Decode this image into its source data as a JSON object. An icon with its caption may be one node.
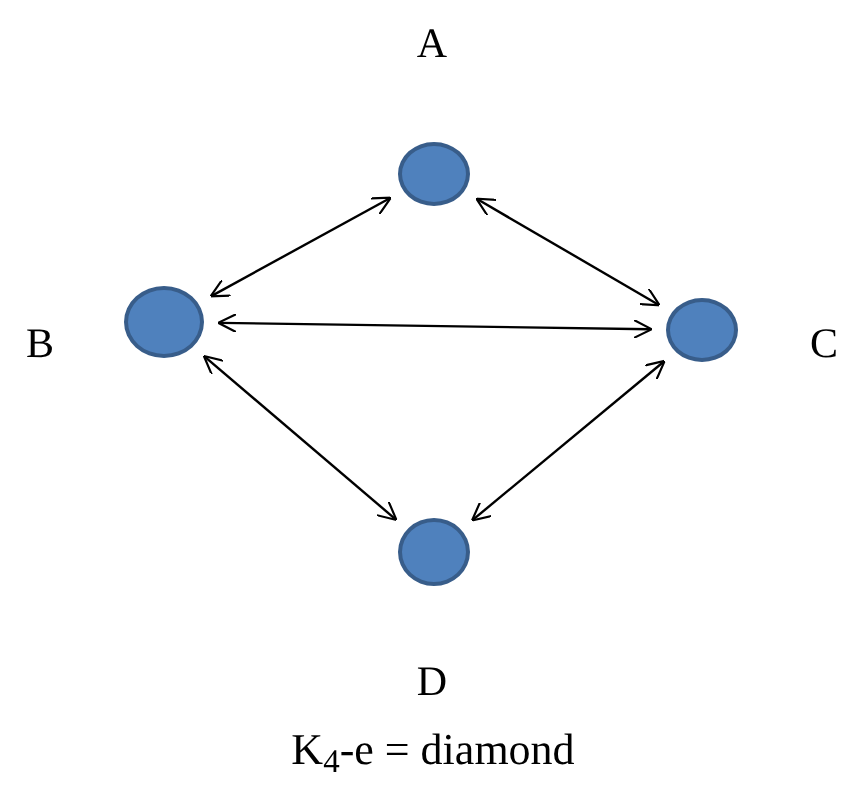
{
  "diagram": {
    "caption": "K$_{4}$-e = diamond",
    "nodes": [
      {
        "text": [],
        "shape": "circle",
        "beside": [
          "A"
        ]
      },
      {
        "text": [],
        "shape": "circle",
        "beside": [
          "B"
        ]
      },
      {
        "text": [],
        "shape": "circle",
        "beside": [
          "C"
        ]
      },
      {
        "text": [],
        "shape": "circle",
        "beside": [
          "D"
        ]
      }
    ],
    "edges": [
      {
        "from": 0,
        "to": 1,
        "arrow": "both"
      },
      {
        "from": 0,
        "to": 2,
        "arrow": "both"
      },
      {
        "from": 1,
        "to": 2,
        "arrow": "both"
      },
      {
        "from": 1,
        "to": 3,
        "arrow": "both"
      },
      {
        "from": 3,
        "to": 2,
        "arrow": "both"
      }
    ]
  }
}
